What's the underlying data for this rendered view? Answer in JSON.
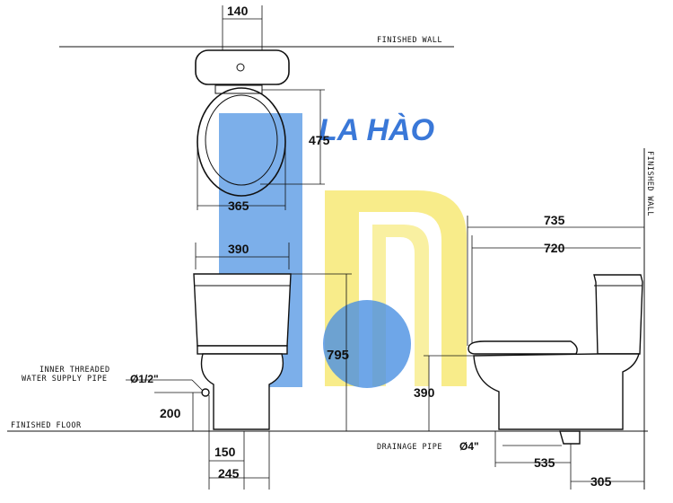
{
  "brand": {
    "name": "LA HÀO",
    "blue": "#4a90e2",
    "yellow": "#f5e663"
  },
  "labels": {
    "finished_wall_top": "FINISHED WALL",
    "finished_wall_side": "FINISHED WALL",
    "finished_floor": "FINISHED FLOOR",
    "inner_threaded_1": "INNER THREADED",
    "inner_threaded_2": "WATER SUPPLY PIPE",
    "supply_size": "Ø1/2\"",
    "drainage": "DRAINAGE PIPE",
    "drainage_size": "Ø4\""
  },
  "dimensions": {
    "top_tank_width": "140",
    "seat_depth": "475",
    "seat_width": "365",
    "front_tank_width": "390",
    "total_height": "795",
    "supply_height": "200",
    "pipe_offset": "150",
    "supply_offset": "245",
    "side_total_length": "735",
    "side_bowl_length": "720",
    "seat_height": "390",
    "drain_from_front": "535",
    "drain_from_wall": "305"
  }
}
